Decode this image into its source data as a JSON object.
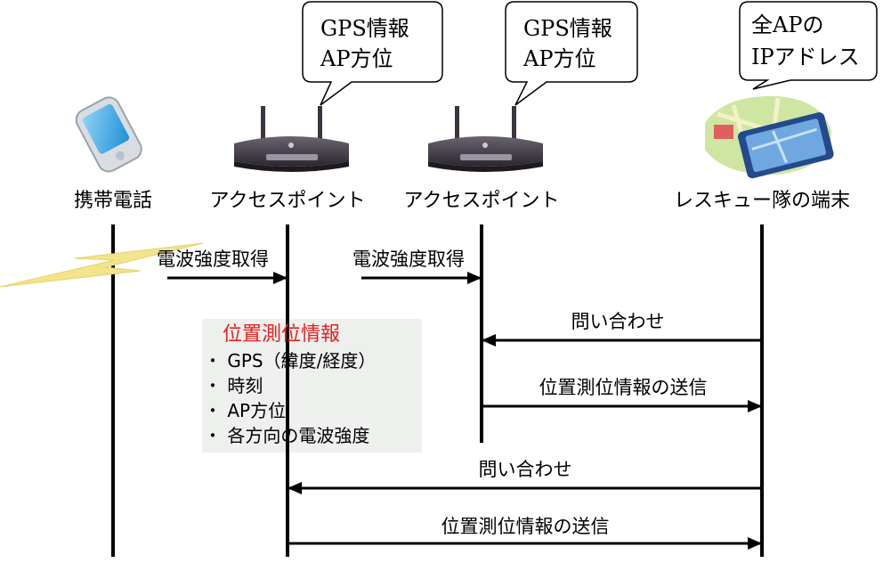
{
  "actors": {
    "phone": {
      "label": "携帯電話",
      "icon": "mobile-phone-icon"
    },
    "ap1": {
      "label": "アクセスポイント",
      "icon": "wireless-router-icon"
    },
    "ap2": {
      "label": "アクセスポイント",
      "icon": "wireless-router-icon"
    },
    "rescue": {
      "label": "レスキュー隊の端末",
      "icon": "map-tablet-icon"
    }
  },
  "callouts": {
    "ap1": {
      "line1": "GPS情報",
      "line2": "AP方位"
    },
    "ap2": {
      "line1": "GPS情報",
      "line2": "AP方位"
    },
    "rescue": {
      "line1": "全APの",
      "line2": "IPアドレス"
    }
  },
  "messages": {
    "signal1": "電波強度取得",
    "signal2": "電波強度取得",
    "query1": "問い合わせ",
    "send1": "位置測位情報の送信",
    "query2": "問い合わせ",
    "send2": "位置測位情報の送信"
  },
  "info_box": {
    "title": "位置測位情報",
    "items": [
      "・ GPS（緯度/経度）",
      "・ 時刻",
      "・ AP方位",
      "・ 各方向の電波強度"
    ]
  },
  "colors": {
    "title_red": "#e8201f",
    "lightning": "#f3e38a",
    "lifeline": "#000000",
    "callout_border": "#000000"
  }
}
